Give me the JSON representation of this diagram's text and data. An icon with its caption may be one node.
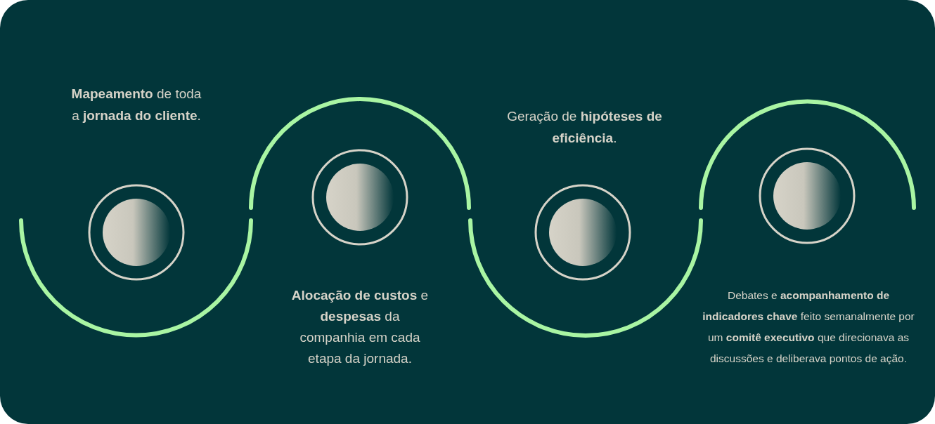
{
  "diagram": {
    "nodes": [
      {
        "text": [],
        "shape": "circle"
      },
      {
        "text": [],
        "shape": "circle"
      },
      {
        "text": [],
        "shape": "circle"
      },
      {
        "text": [],
        "shape": "circle"
      }
    ],
    "labels": [
      "**Mapeamento** de toda a **jornada do cliente**.",
      "Geração de **hipóteses de eficiência**.",
      "**Alocação de custos** e **despesas** da companhia em cada etapa da jornada.",
      "Debates e **acompanhamento de indicadores chave** feito semanalmente por um **comitê executivo** que direcionava as discussões e deliberava pontos de ação."
    ]
  }
}
